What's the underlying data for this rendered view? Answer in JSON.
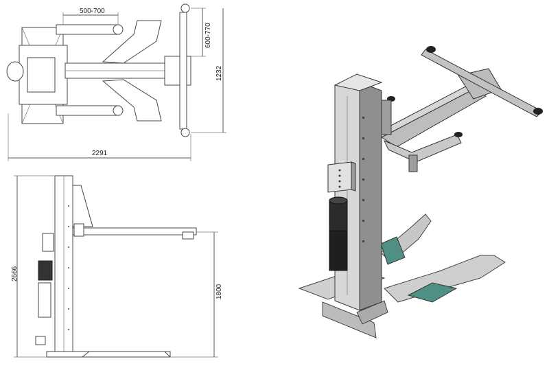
{
  "dimensions": {
    "arm_reach": "500-700",
    "arm_offset": "600-770",
    "width": "1232",
    "total_length": "2291",
    "total_height": "2666",
    "lift_height": "1800"
  },
  "colors": {
    "line": "#555555",
    "column_light": "#d8d8d8",
    "column_dark": "#8f8f8f",
    "mat": "#4f8f84"
  }
}
